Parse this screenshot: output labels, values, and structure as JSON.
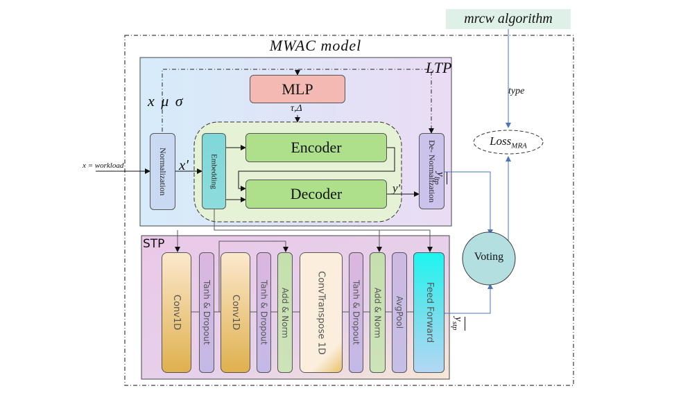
{
  "title": "MWAC model",
  "algorithm": "mrcw algorithm",
  "type_label": "type",
  "loss_label": "Loss",
  "loss_sub": "MRA",
  "input_label": "x = workload",
  "stats_label": "x μ σ",
  "ltp": {
    "label": "LTP",
    "mlp": "MLP",
    "tau_delta": "τ,Δ",
    "normalization": "Normalization",
    "x_prime": "x′",
    "embedding": "Embedding",
    "encoder": "Encoder",
    "decoder": "Decoder",
    "y_prime": "y′",
    "denorm": "De- Normalization",
    "y_ltp": "y",
    "y_ltp_sub": "ltp"
  },
  "stp": {
    "label": "STP",
    "blocks": [
      "Conv1D",
      "Tanh & Dropout",
      "Conv1D",
      "Tanh & Dropout",
      "Add & Norm",
      "ConvTranspose 1D",
      "Tanh & Dropout",
      "Add & Norm",
      "AvgPool",
      "Feed Forward"
    ],
    "y_stp": "y",
    "y_stp_sub": "stp"
  },
  "voting": "Voting"
}
